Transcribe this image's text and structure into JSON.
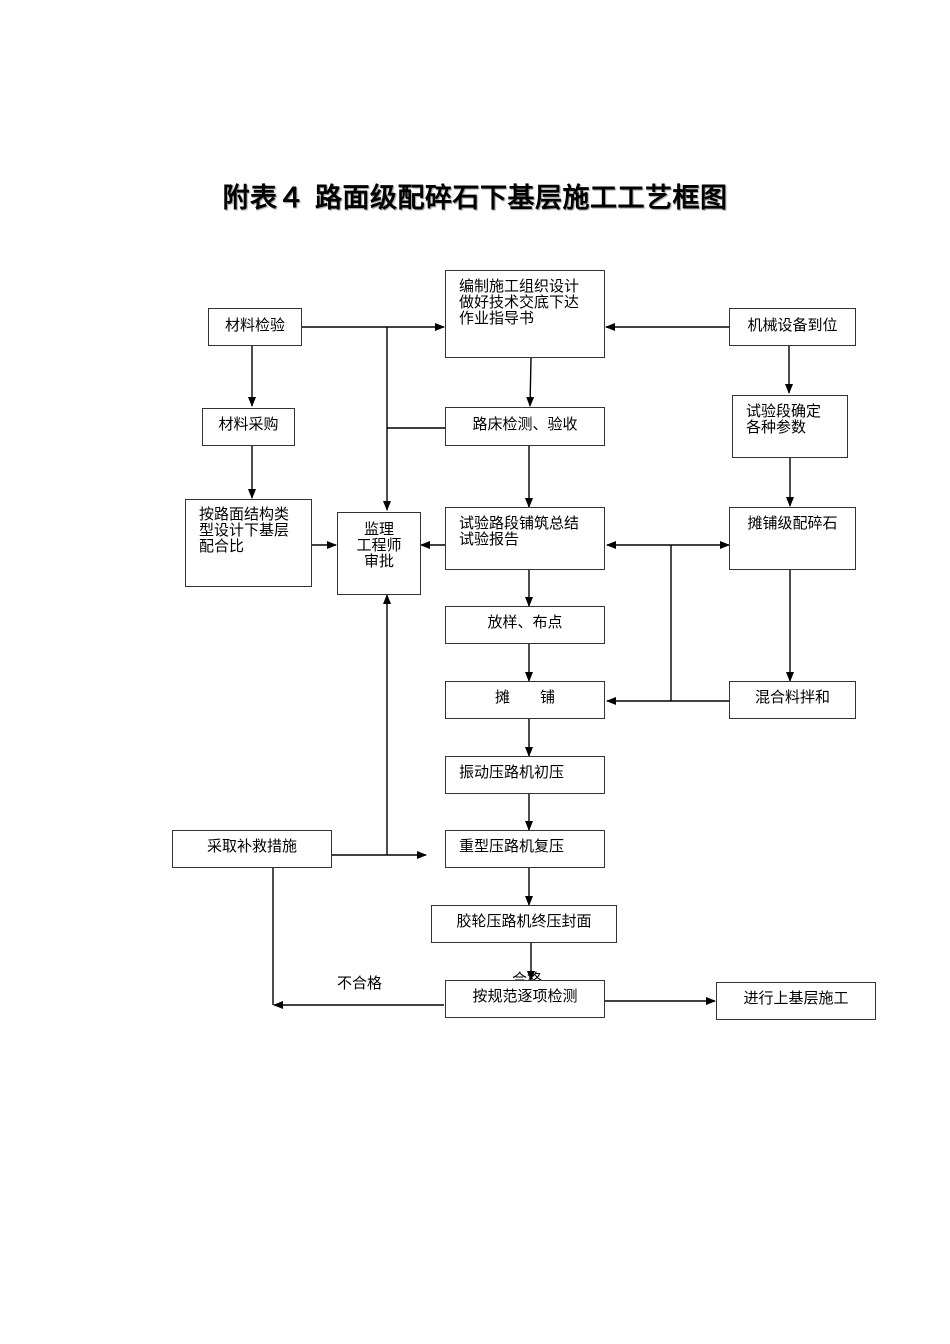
{
  "title": "附表４ 路面级配碎石下基层施工工艺框图",
  "nodes": {
    "material_inspection": "材料检验",
    "material_purchase": "材料采购",
    "mix_design": [
      "按路面结构类",
      "型设计下基层",
      "配合比"
    ],
    "supervisor_approval": [
      "监理",
      "工程师",
      "审批"
    ],
    "construction_plan": [
      "编制施工组织设计",
      "做好技术交底下达",
      "作业指导书"
    ],
    "subgrade_check": "路床检测、验收",
    "trial_section_report": [
      "试验路段铺筑总结",
      "试验报告"
    ],
    "layout_staking": "放样、布点",
    "paving": "摊　　铺",
    "vibratory_initial": "振动压路机初压",
    "heavy_recompact": "重型压路机复压",
    "rubber_final": "胶轮压路机终压封面",
    "inspection": "按规范逐项检测",
    "next_layer": "进行上基层施工",
    "remedial": "采取补救措施",
    "equipment_ready": "机械设备到位",
    "trial_params": [
      "试验段确定",
      "各种参数"
    ],
    "spread_gravel": "摊铺级配碎石",
    "mix_blend": "混合料拌和"
  },
  "labels": {
    "fail": "不合格",
    "pass": "合格"
  },
  "colors": {
    "line": "#000000",
    "border": "#333333"
  }
}
